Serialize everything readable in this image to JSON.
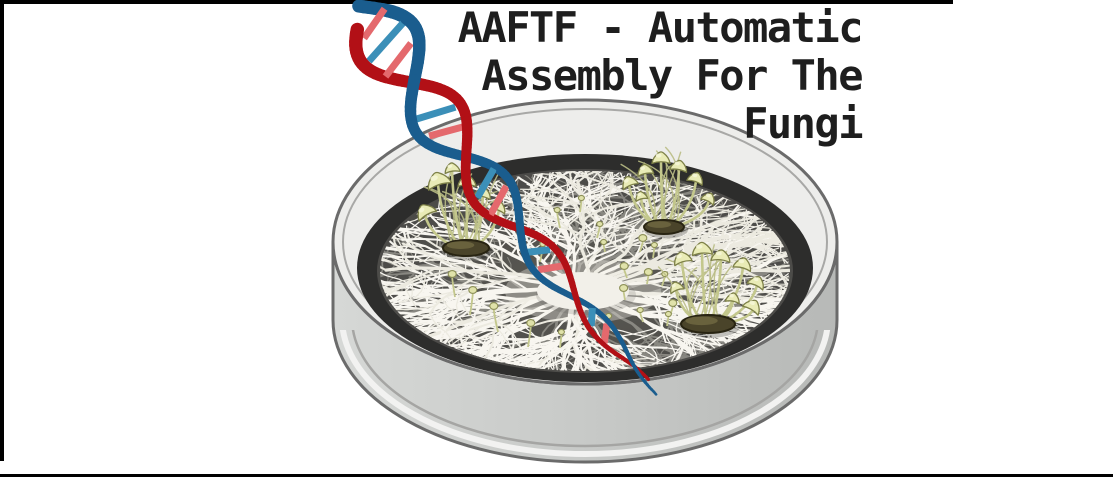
{
  "banner": {
    "title_lines": [
      "AAFTF - Automatic",
      "Assembly For The",
      "Fungi"
    ],
    "title_full": "AAFTF - Automatic Assembly For The Fungi"
  },
  "scene": {
    "description": "Petri dish with a white mycelium colony radiating from a bright center, three mushroom clusters on dark substrate clumps, scattered pin mushrooms, and a red-and-blue DNA double helix entering from the upper left and trailing onto the agar",
    "elements": [
      "petri-dish",
      "agar",
      "mycelium-colony",
      "mushroom-clusters",
      "pin-mushrooms",
      "dna-helix",
      "frame-border"
    ]
  },
  "colors": {
    "background": "#ffffff",
    "frame": "#000000",
    "text": "#1e1e1e",
    "dish_body": "#c9cbc9",
    "dish_body_dark": "#b7b9b7",
    "dish_rim": "#ededeb",
    "dish_outline": "#6b6b6b",
    "dish_inner_line": "#a8a8a6",
    "dish_base_highlight": "#f2f2f1",
    "dish_base_line": "#a5a5a3",
    "agar_ring": "#2d2d2c",
    "agar_light": "#5b5a54",
    "agar_dark": "#454443",
    "mycelium_white": "#f8f6f0",
    "mycelium_white2": "#eceae0",
    "mycelium_gray": "#8f8e88",
    "colony_center": "#f2f0e9",
    "mushroom_cap": "#e9ebb6",
    "mushroom_cap_outline": "#7e8148",
    "mushroom_cap_highlight": "#f6f7d8",
    "mushroom_stem": "#c3c78c",
    "grass": "#b9bd85",
    "pin_head": "#e0e2aa",
    "pin_outline": "#8d9057",
    "substrate": "#4a442a",
    "substrate_outline": "#282412",
    "substrate_highlight": "#6e6741",
    "dna_strand_red": "#b21016",
    "dna_strand_blue": "#1a5d8e",
    "dna_rung_red": "#e4696d",
    "dna_rung_blue": "#3b8fb8"
  }
}
